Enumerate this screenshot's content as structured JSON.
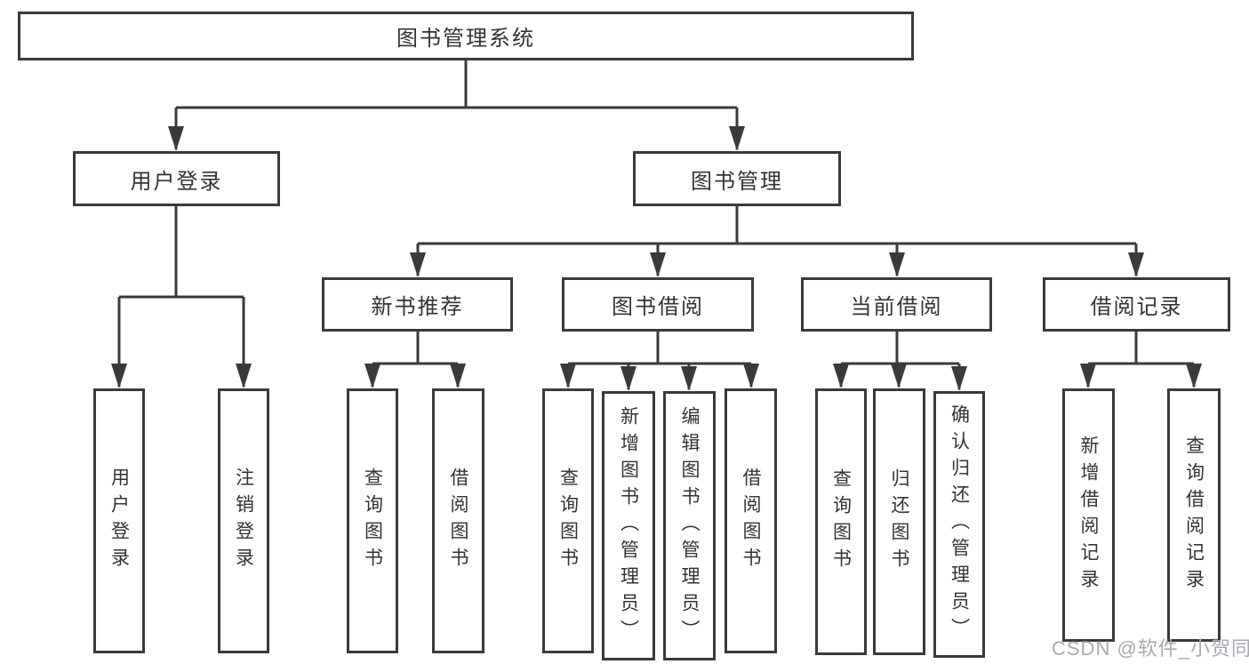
{
  "diagram_title": "图书管理系统",
  "watermark": "CSDN @软件_小贺同学",
  "colors": {
    "line": "#3a3a3a",
    "ink": "#333333",
    "watermark": "#a6abb0",
    "background": "#ffffff"
  },
  "tree": {
    "label": "图书管理系统",
    "children": [
      {
        "label": "用户登录",
        "children": [
          {
            "label": "用户登录"
          },
          {
            "label": "注销登录"
          }
        ]
      },
      {
        "label": "图书管理",
        "children": [
          {
            "label": "新书推荐",
            "children": [
              {
                "label": "查询图书"
              },
              {
                "label": "借阅图书"
              }
            ]
          },
          {
            "label": "图书借阅",
            "children": [
              {
                "label": "查询图书"
              },
              {
                "label": "新增图书（管理员）"
              },
              {
                "label": "编辑图书（管理员）"
              },
              {
                "label": "借阅图书"
              }
            ]
          },
          {
            "label": "当前借阅",
            "children": [
              {
                "label": "查询图书"
              },
              {
                "label": "归还图书"
              },
              {
                "label": "确认归还（管理员）"
              }
            ]
          },
          {
            "label": "借阅记录",
            "children": [
              {
                "label": "新增借阅记录"
              },
              {
                "label": "查询借阅记录"
              }
            ]
          }
        ]
      }
    ]
  }
}
